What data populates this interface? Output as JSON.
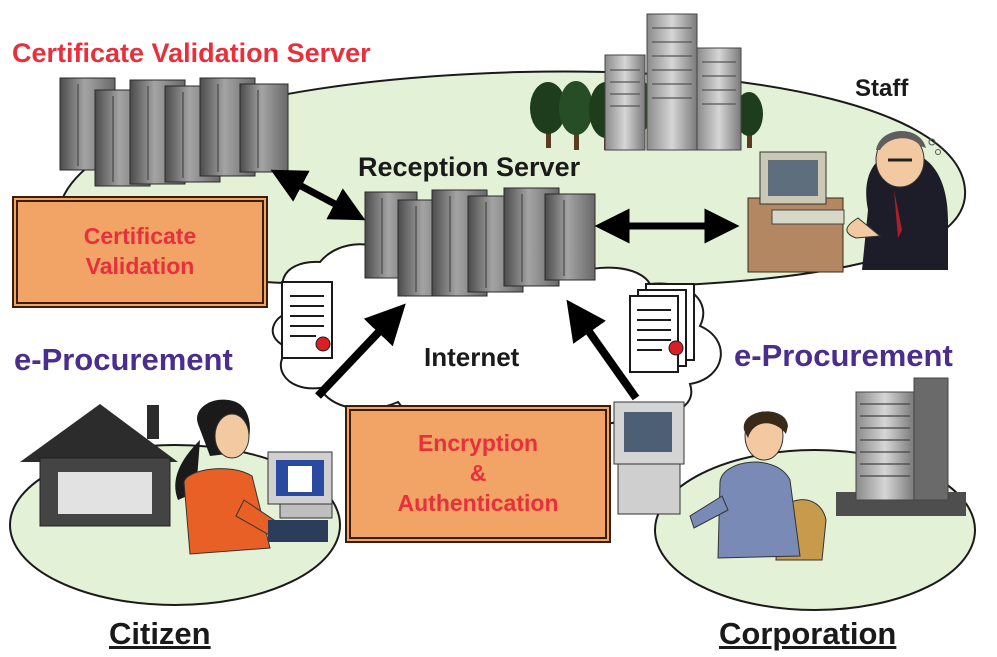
{
  "labels": {
    "certificate_validation_server": "Certificate Validation Server",
    "reception_server": "Reception Server",
    "staff": "Staff",
    "internet": "Internet",
    "e_procurement_left": "e-Procurement",
    "e_procurement_right": "e-Procurement",
    "citizen": "Citizen",
    "corporation": "Corporation"
  },
  "boxes": {
    "certificate_validation": [
      "Certificate",
      "Validation"
    ],
    "encryption_authentication": [
      "Encryption",
      "&",
      "Authentication"
    ]
  },
  "colors": {
    "title_red": "#e8303c",
    "procurement_purple": "#4a2d8c",
    "label_dark": "#1a1a1a",
    "ellipse_fill": "#e3f2d6",
    "box_fill": "#f2a466"
  }
}
